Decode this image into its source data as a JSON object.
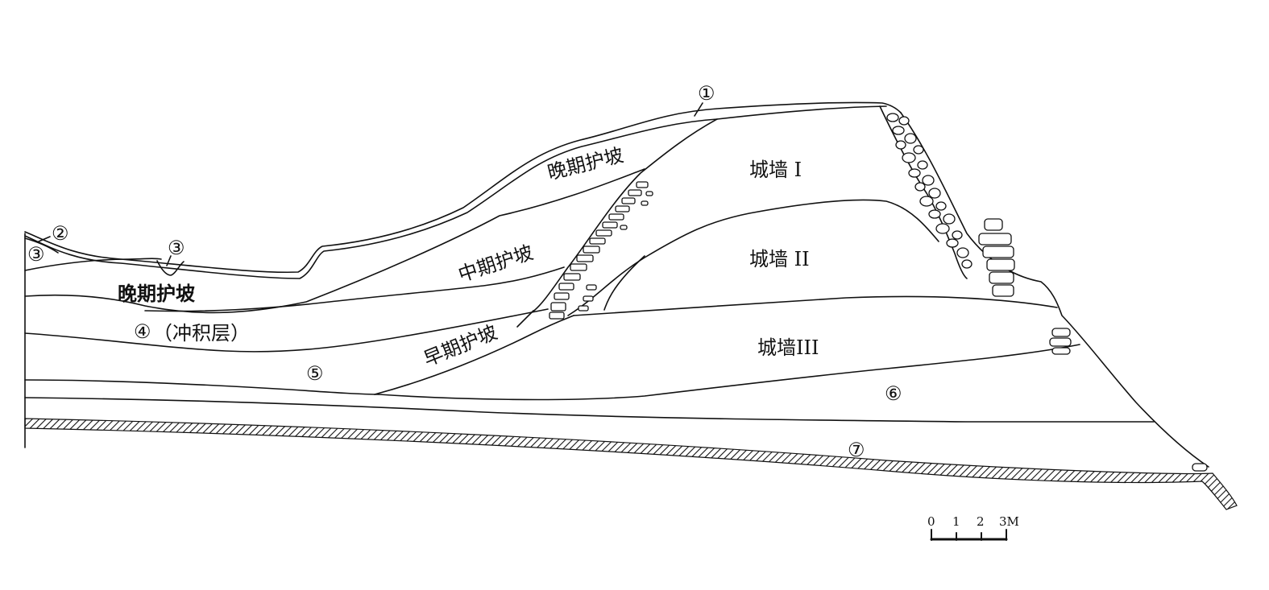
{
  "labels": {
    "late_slope_top": "晚期护坡",
    "late_slope_left": "晚期护坡",
    "mid_slope": "中期护坡",
    "early_slope": "早期护坡",
    "wall_1": "城墙 I",
    "wall_2": "城墙 II",
    "wall_3": "城墙III",
    "layer_4_note": "（冲积层）"
  },
  "layer_numbers": {
    "n1": "①",
    "n2": "②",
    "n3_left": "③",
    "n3_mid": "③",
    "n4": "④",
    "n5": "⑤",
    "n6": "⑥",
    "n7": "⑦"
  },
  "scale_bar": {
    "ticks": [
      "0",
      "1",
      "2",
      "3M"
    ]
  },
  "colors": {
    "line": "#111111",
    "background": "#ffffff"
  }
}
